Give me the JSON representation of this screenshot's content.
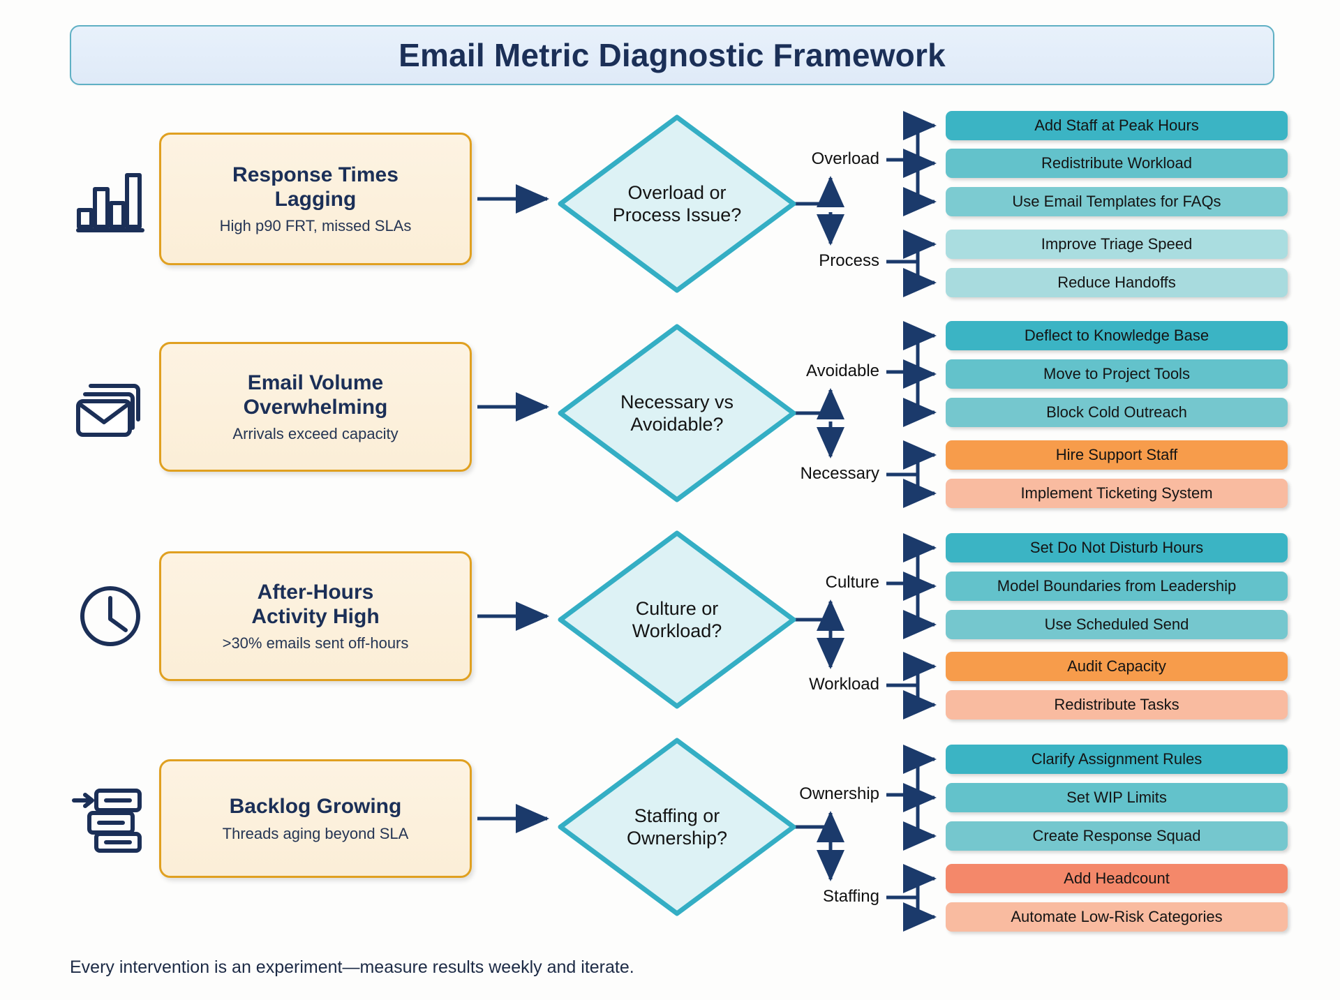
{
  "header": {
    "title": "Email Metric Diagnostic Framework"
  },
  "footer": {
    "note": "Every intervention is an experiment—measure results weekly and iterate."
  },
  "colors": {
    "navy": "#1b2f57",
    "card_border": "#e0a020",
    "card_fill": "#fbeed7",
    "diamond_border": "#34aec4",
    "diamond_fill": "#ddf2f5",
    "teal_dark": "#3bb4c4",
    "teal_mid": "#63c2cb",
    "teal_light": "#9ed6da",
    "orange_dark": "#f79c4b",
    "orange_mid": "#f6a07e",
    "orange_light": "#f9bba0",
    "header_fill": "#e4eefb",
    "header_border": "#5fb0c4"
  },
  "rows": [
    {
      "icon": "bar-chart-icon",
      "problem_title": "Response Times\nLagging",
      "problem_sub": "High p90 FRT, missed SLAs",
      "decision": "Overload or\nProcess Issue?",
      "branch_top": {
        "label": "Overload",
        "actions": [
          {
            "text": "Add Staff at Peak Hours",
            "color": "#3bb4c4"
          },
          {
            "text": "Redistribute Workload",
            "color": "#63c2cb"
          },
          {
            "text": "Use Email Templates for FAQs",
            "color": "#7ccbd1"
          }
        ]
      },
      "branch_bottom": {
        "label": "Process",
        "actions": [
          {
            "text": "Improve Triage Speed",
            "color": "#aadde0"
          },
          {
            "text": "Reduce Handoffs",
            "color": "#a8dbde"
          }
        ]
      }
    },
    {
      "icon": "stacked-envelopes-icon",
      "problem_title": "Email Volume\nOverwhelming",
      "problem_sub": "Arrivals exceed capacity",
      "decision": "Necessary vs\nAvoidable?",
      "branch_top": {
        "label": "Avoidable",
        "actions": [
          {
            "text": "Deflect to Knowledge Base",
            "color": "#3bb4c4"
          },
          {
            "text": "Move to Project Tools",
            "color": "#63c2cb"
          },
          {
            "text": "Block Cold Outreach",
            "color": "#75c7ce"
          }
        ]
      },
      "branch_bottom": {
        "label": "Necessary",
        "actions": [
          {
            "text": "Hire Support Staff",
            "color": "#f79c4b"
          },
          {
            "text": "Implement Ticketing System",
            "color": "#f9bba0"
          }
        ]
      }
    },
    {
      "icon": "clock-icon",
      "problem_title": "After-Hours\nActivity High",
      "problem_sub": ">30% emails sent off-hours",
      "decision": "Culture or\nWorkload?",
      "branch_top": {
        "label": "Culture",
        "actions": [
          {
            "text": "Set Do Not Disturb Hours",
            "color": "#3bb4c4"
          },
          {
            "text": "Model Boundaries from Leadership",
            "color": "#63c2cb"
          },
          {
            "text": "Use Scheduled Send",
            "color": "#75c7ce"
          }
        ]
      },
      "branch_bottom": {
        "label": "Workload",
        "actions": [
          {
            "text": "Audit Capacity",
            "color": "#f79c4b"
          },
          {
            "text": "Redistribute Tasks",
            "color": "#f9bba0"
          }
        ]
      }
    },
    {
      "icon": "backlog-stack-icon",
      "problem_title": "Backlog Growing",
      "problem_sub": "Threads aging beyond SLA",
      "decision": "Staffing or\nOwnership?",
      "branch_top": {
        "label": "Ownership",
        "actions": [
          {
            "text": "Clarify Assignment Rules",
            "color": "#3bb4c4"
          },
          {
            "text": "Set WIP Limits",
            "color": "#63c2cb"
          },
          {
            "text": "Create Response Squad",
            "color": "#75c7ce"
          }
        ]
      },
      "branch_bottom": {
        "label": "Staffing",
        "actions": [
          {
            "text": "Add Headcount",
            "color": "#f4886a"
          },
          {
            "text": "Automate Low-Risk Categories",
            "color": "#f9bba0"
          }
        ]
      }
    }
  ]
}
